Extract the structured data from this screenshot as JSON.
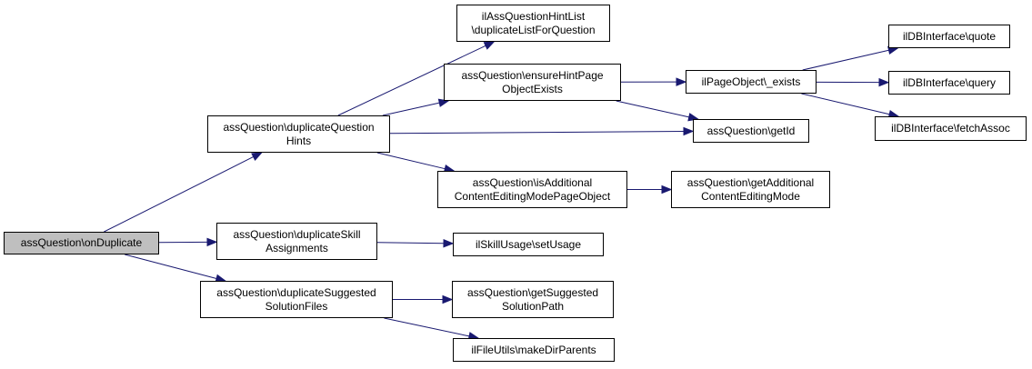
{
  "diagram": {
    "edge_color": "#191970",
    "root_fill": "#bfbfbf",
    "nodes": [
      {
        "id": "n0",
        "label": "assQuestion\\onDuplicate",
        "root": true
      },
      {
        "id": "n1",
        "label": "assQuestion\\duplicateQuestion\nHints"
      },
      {
        "id": "n2",
        "label": "assQuestion\\duplicateSkill\nAssignments"
      },
      {
        "id": "n3",
        "label": "assQuestion\\duplicateSuggested\nSolutionFiles"
      },
      {
        "id": "n4",
        "label": "ilAssQuestionHintList\n\\duplicateListForQuestion"
      },
      {
        "id": "n5",
        "label": "assQuestion\\ensureHintPage\nObjectExists"
      },
      {
        "id": "n6",
        "label": "assQuestion\\getId"
      },
      {
        "id": "n7",
        "label": "assQuestion\\isAdditional\nContentEditingModePageObject"
      },
      {
        "id": "n8",
        "label": "ilPageObject\\_exists"
      },
      {
        "id": "n9",
        "label": "ilDBInterface\\quote"
      },
      {
        "id": "n10",
        "label": "ilDBInterface\\query"
      },
      {
        "id": "n11",
        "label": "ilDBInterface\\fetchAssoc"
      },
      {
        "id": "n12",
        "label": "assQuestion\\getAdditional\nContentEditingMode"
      },
      {
        "id": "n13",
        "label": "ilSkillUsage\\setUsage"
      },
      {
        "id": "n14",
        "label": "assQuestion\\getSuggested\nSolutionPath"
      },
      {
        "id": "n15",
        "label": "ilFileUtils\\makeDirParents"
      }
    ],
    "edges": [
      {
        "from": "n0",
        "to": "n1"
      },
      {
        "from": "n0",
        "to": "n2"
      },
      {
        "from": "n0",
        "to": "n3"
      },
      {
        "from": "n1",
        "to": "n4"
      },
      {
        "from": "n1",
        "to": "n5"
      },
      {
        "from": "n1",
        "to": "n6"
      },
      {
        "from": "n1",
        "to": "n7"
      },
      {
        "from": "n5",
        "to": "n8"
      },
      {
        "from": "n5",
        "to": "n6"
      },
      {
        "from": "n8",
        "to": "n9"
      },
      {
        "from": "n8",
        "to": "n10"
      },
      {
        "from": "n8",
        "to": "n11"
      },
      {
        "from": "n7",
        "to": "n12"
      },
      {
        "from": "n2",
        "to": "n13"
      },
      {
        "from": "n3",
        "to": "n14"
      },
      {
        "from": "n3",
        "to": "n15"
      }
    ]
  }
}
